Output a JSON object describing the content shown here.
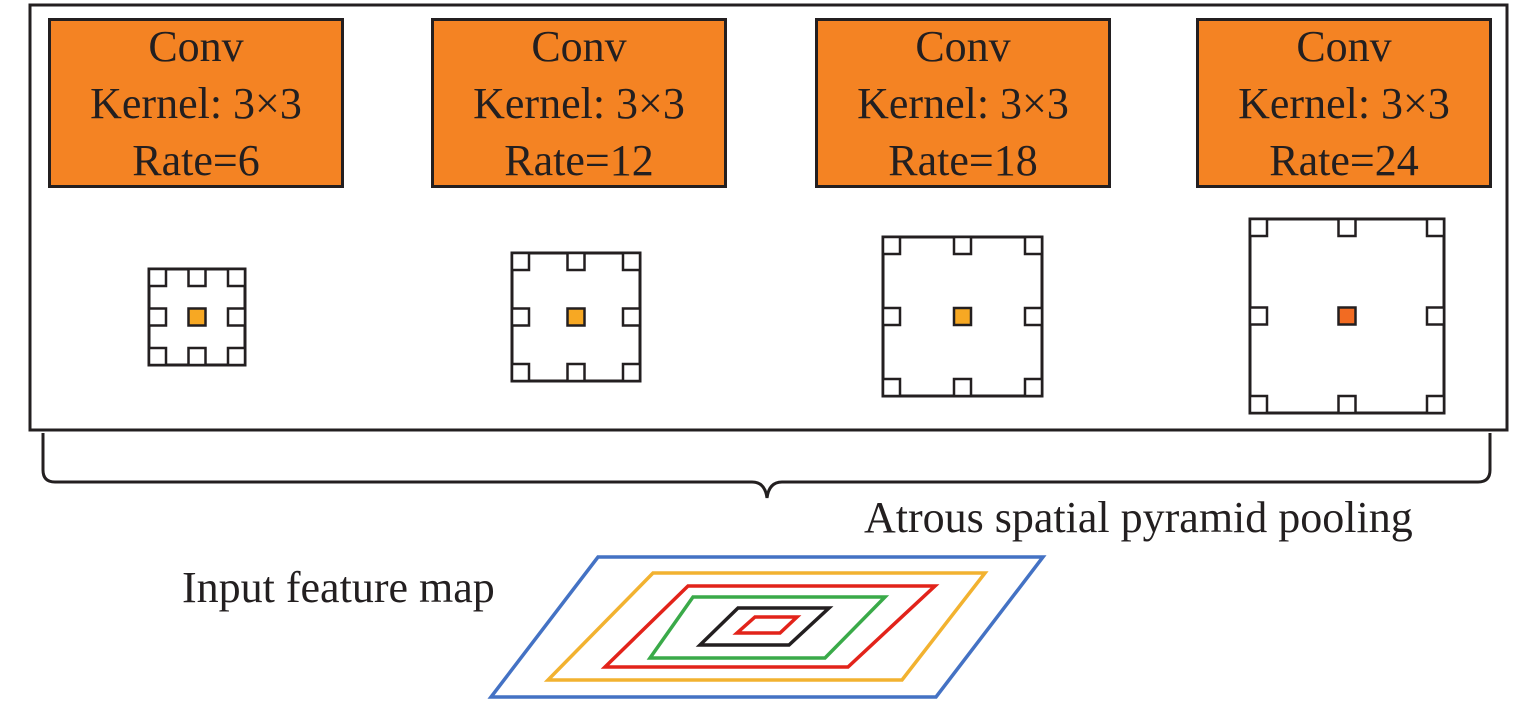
{
  "colors": {
    "box_fill": "#f48323",
    "stroke": "#231f20",
    "center_cells": [
      "#f7a823",
      "#f7a823",
      "#f7a823",
      "#f26b22"
    ],
    "feature_map_rings": [
      "#4472c4",
      "#f2b230",
      "#e2231a",
      "#3aaa49",
      "#231f20",
      "#e2231a"
    ]
  },
  "conv_blocks": [
    {
      "title": "Conv",
      "kernel": "Kernel: 3×3",
      "rate": "Rate=6"
    },
    {
      "title": "Conv",
      "kernel": "Kernel: 3×3",
      "rate": "Rate=12"
    },
    {
      "title": "Conv",
      "kernel": "Kernel: 3×3",
      "rate": "Rate=18"
    },
    {
      "title": "Conv",
      "kernel": "Kernel: 3×3",
      "rate": "Rate=24"
    }
  ],
  "aspp_label": "Atrous spatial pyramid pooling",
  "input_label": "Input feature map"
}
